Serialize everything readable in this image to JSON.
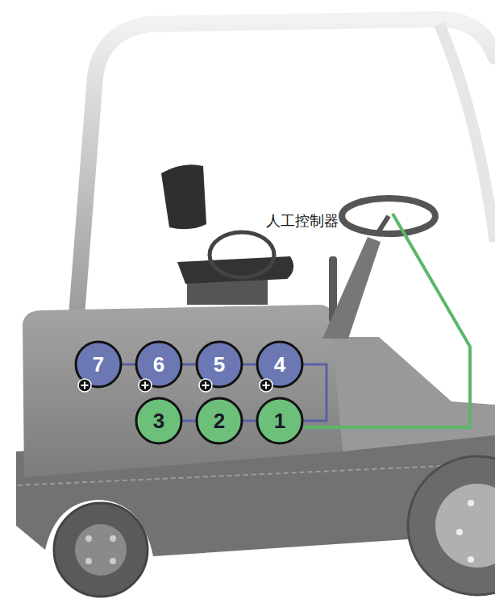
{
  "diagram": {
    "nodes": [
      {
        "text": [
          "7"
        ]
      },
      {
        "text": [
          "6"
        ]
      },
      {
        "text": [
          "5"
        ]
      },
      {
        "text": [
          "4"
        ]
      },
      {
        "text": [
          "3"
        ]
      },
      {
        "text": [
          "2"
        ]
      },
      {
        "text": [
          "1"
        ]
      }
    ],
    "edges": [
      {
        "from": 0,
        "to": 1,
        "arrow": "none"
      },
      {
        "from": 1,
        "to": 2,
        "arrow": "none"
      },
      {
        "from": 2,
        "to": 3,
        "arrow": "none"
      },
      {
        "from": 3,
        "to": 6,
        "arrow": "none"
      },
      {
        "from": 6,
        "to": 5,
        "arrow": "none"
      },
      {
        "from": 5,
        "to": 4,
        "arrow": "none"
      }
    ],
    "labels": [
      "人工控制器"
    ]
  }
}
